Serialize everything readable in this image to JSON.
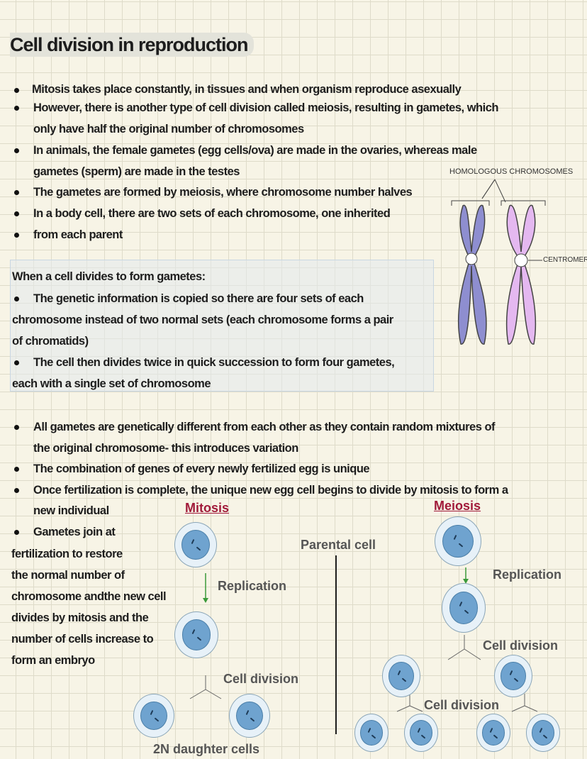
{
  "title": "Cell division in reproduction",
  "bullets1": [
    "Mitosis takes place constantly, in tissues and when organism reproduce asexually",
    "However, there is another type of cell division called meiosis, resulting in gametes, which",
    "only have half the original number of chromosomes",
    "In animals, the female gametes (egg cells/ova) are made in the ovaries, whereas male",
    "gametes (sperm) are made in the testes",
    "The gametes are formed by meiosis, where chromosome number halves",
    "In a body cell, there are two sets of each chromosome, one inherited",
    "from each parent"
  ],
  "diagram": {
    "homologous": "HOMOLOGOUS CHROMOSOMES",
    "centromere": "CENTROMERE",
    "colors": {
      "left": "#8e8ed0",
      "right": "#e4b8f0"
    }
  },
  "box": {
    "heading": "When a cell divides to form gametes:",
    "lines": [
      "The genetic information is copied so there are four sets of each",
      "chromosome instead of two normal sets (each chromosome forms a pair",
      "of chromatids)",
      "The cell then divides twice in quick succession to form four gametes,",
      "each with a single set of chromosome"
    ]
  },
  "bullets2": [
    "All gametes are genetically different from each other  as they contain random mixtures of",
    "the original chromosome- this introduces variation",
    "The combination of genes of every newly fertilized egg is unique",
    "Once fertilization is complete, the unique new egg cell begins to divide by mitosis to form a",
    "new individual",
    "Gametes join at",
    "fertilization to restore",
    "the normal number of",
    "chromosome andthe new cell",
    "divides by mitosis and the",
    "number of cells increase to",
    "form an embryo"
  ],
  "figure": {
    "mitosis": "Mitosis",
    "meiosis": "Meiosis",
    "parental": "Parental cell",
    "replication": "Replication",
    "replication2": "Replication",
    "cell_division": "Cell division",
    "cell_division2": "Cell division",
    "cell_division3": "Cell division",
    "daughters": "2N daughter cells"
  }
}
